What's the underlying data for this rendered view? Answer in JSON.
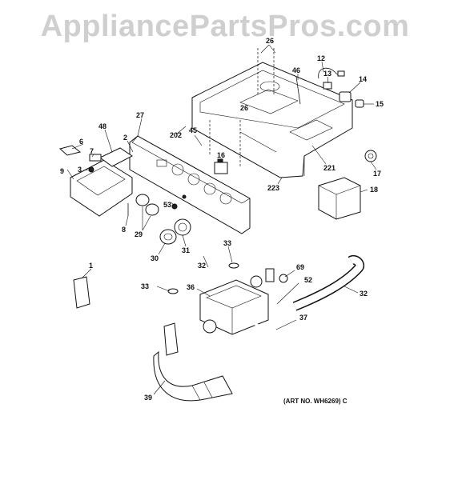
{
  "watermark": "AppliancePartsPros.com",
  "art_number": "(ART NO. WH6269) C",
  "callouts": {
    "c26a": "26",
    "c26b": "26",
    "c12": "12",
    "c46": "46",
    "c13": "13",
    "c14": "14",
    "c15": "15",
    "c27": "27",
    "c48": "48",
    "c45": "45",
    "c202": "202",
    "c2": "2",
    "c6": "6",
    "c7": "7",
    "c16": "16",
    "c221": "221",
    "c17": "17",
    "c223": "223",
    "c18": "18",
    "c9": "9",
    "c3": "3",
    "c53": "53",
    "c8": "8",
    "c29": "29",
    "c31": "31",
    "c30": "30",
    "c33a": "33",
    "c32a": "32",
    "c69": "69",
    "c1": "1",
    "c52": "52",
    "c32b": "32",
    "c33b": "33",
    "c36": "36",
    "c37": "37",
    "c39": "39"
  }
}
